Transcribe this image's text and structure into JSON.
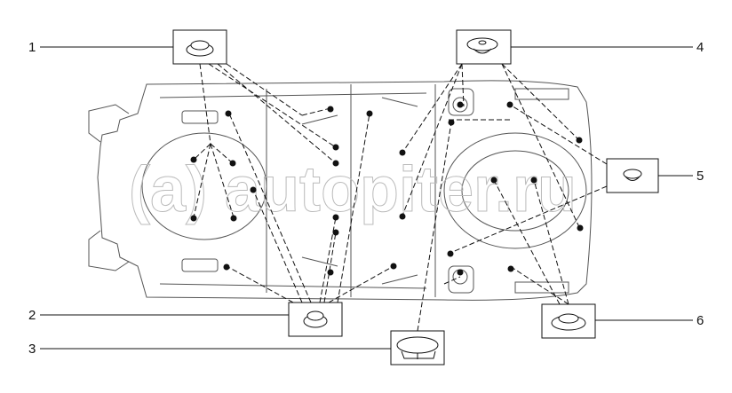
{
  "diagram": {
    "title": "Underbody plug locations",
    "watermark": "(a) autopiter.ru",
    "callouts": [
      {
        "id": "1",
        "label": "1",
        "part": "grommet-ring"
      },
      {
        "id": "2",
        "label": "2",
        "part": "grommet-ring-small"
      },
      {
        "id": "3",
        "label": "3",
        "part": "oval-cap-plug"
      },
      {
        "id": "4",
        "label": "4",
        "part": "domed-plug"
      },
      {
        "id": "5",
        "label": "5",
        "part": "small-domed-plug"
      },
      {
        "id": "6",
        "label": "6",
        "part": "grommet-ring-wide"
      }
    ],
    "colors": {
      "line": "#111111",
      "body": "#555555",
      "watermark": "#bbbbbb"
    }
  }
}
